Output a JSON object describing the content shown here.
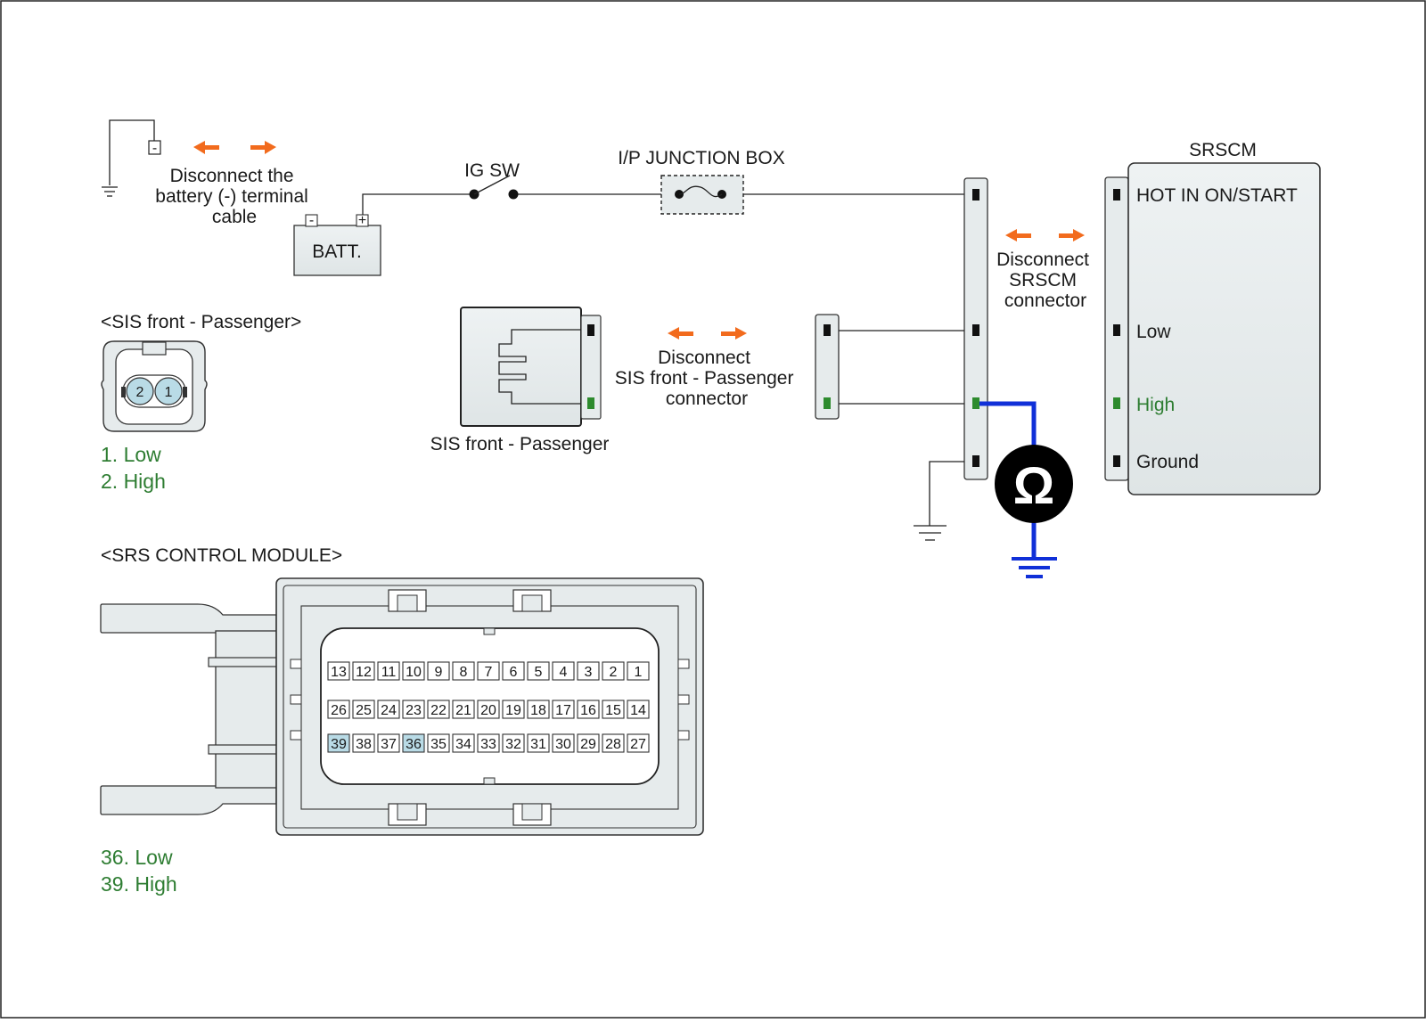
{
  "colors": {
    "accent_orange": "#f26b1d",
    "meter_wire_blue": "#1030d8",
    "text_green": "#2e7d32",
    "pin_highlight": "#b9dbe6",
    "component_fill": "#e6ebec"
  },
  "battery_disconnect": {
    "label": [
      "Disconnect the",
      "battery (-) terminal",
      "cable"
    ],
    "neg_symbol": "-"
  },
  "battery": {
    "label": "BATT.",
    "neg": "-",
    "pos": "+"
  },
  "ig_switch": {
    "label": "IG SW"
  },
  "junction_box": {
    "label": "I/P JUNCTION BOX"
  },
  "srscm": {
    "title": "SRSCM",
    "pins": [
      {
        "label": "HOT IN ON/START",
        "highlight": false
      },
      {
        "label": "Low",
        "highlight": false
      },
      {
        "label": "High",
        "highlight": true
      },
      {
        "label": "Ground",
        "highlight": false
      }
    ],
    "disconnect_label": [
      "Disconnect",
      "SRSCM",
      "connector"
    ]
  },
  "sis_disconnect": {
    "label": [
      "Disconnect",
      "SIS front - Passenger",
      "connector"
    ]
  },
  "sis_component": {
    "label": "SIS front - Passenger"
  },
  "ohmmeter": {
    "symbol": "Ω",
    "icon": "ohmmeter-icon"
  },
  "sis_connector_view": {
    "title": "<SIS front - Passenger>",
    "pins": [
      "2",
      "1"
    ],
    "legend": [
      "1. Low",
      "2. High"
    ]
  },
  "srs_module_view": {
    "title": "<SRS CONTROL MODULE>",
    "rows": [
      [
        "13",
        "12",
        "11",
        "10",
        "9",
        "8",
        "7",
        "6",
        "5",
        "4",
        "3",
        "2",
        "1"
      ],
      [
        "26",
        "25",
        "24",
        "23",
        "22",
        "21",
        "20",
        "19",
        "18",
        "17",
        "16",
        "15",
        "14"
      ],
      [
        "39",
        "38",
        "37",
        "36",
        "35",
        "34",
        "33",
        "32",
        "31",
        "30",
        "29",
        "28",
        "27"
      ]
    ],
    "highlighted_pins": [
      "39",
      "36"
    ],
    "legend": [
      "36. Low",
      "39. High"
    ]
  }
}
